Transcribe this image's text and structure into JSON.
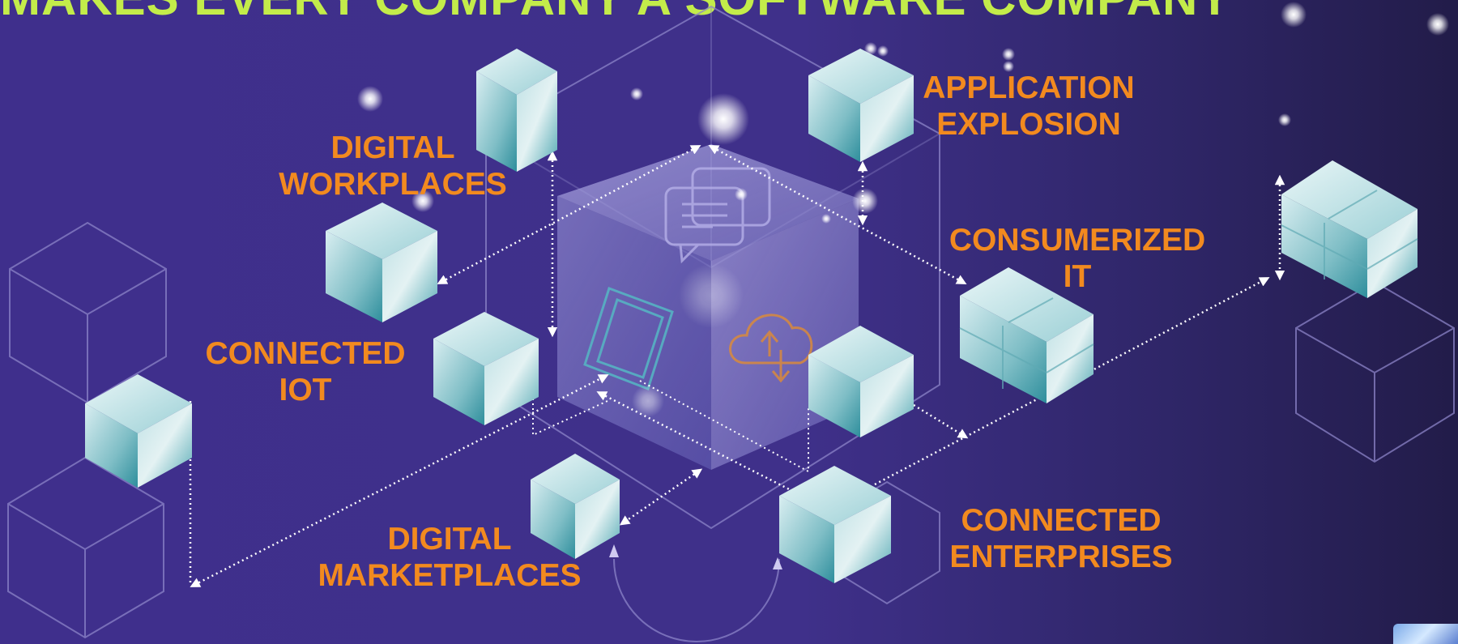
{
  "slide": {
    "title": "MAKES EVERY COMPANY A SOFTWARE COMPANY"
  },
  "labels": {
    "digital_workplaces": [
      "DIGITAL",
      "WORKPLACES"
    ],
    "application_explosion": [
      "APPLICATION",
      "EXPLOSION"
    ],
    "consumerized_it": [
      "CONSUMERIZED",
      "IT"
    ],
    "connected_iot": [
      "CONNECTED",
      "IOT"
    ],
    "digital_marketplaces": [
      "DIGITAL",
      "MARKETPLACES"
    ],
    "connected_enterprises": [
      "CONNECTED",
      "ENTERPRISES"
    ]
  },
  "icons": [
    "chat-bubbles-icon",
    "tablet-icon",
    "cloud-sync-icon"
  ],
  "colors": {
    "title": "#c3ec4a",
    "label": "#f28a1f",
    "background": "#3f2f8c",
    "cube_light": "#dff0f2",
    "cube_dark": "#2e9aa8"
  }
}
